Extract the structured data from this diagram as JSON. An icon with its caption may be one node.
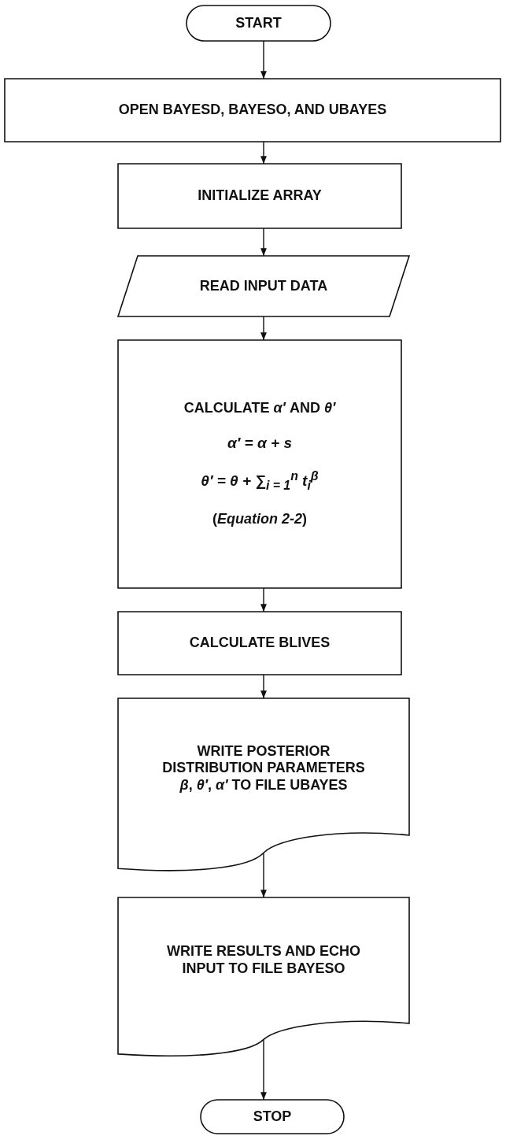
{
  "diagram": {
    "nodes": [
      {
        "text": [
          "START"
        ]
      },
      {
        "text": [
          "OPEN BAYESD, BAYESO, AND UBAYES"
        ]
      },
      {
        "text": [
          "INITIALIZE ARRAY"
        ]
      },
      {
        "text": [
          "READ INPUT DATA"
        ]
      },
      {
        "text": [
          "CALCULATE *α′* AND *θ′*",
          "α′ = α + s",
          "θ′ = θ + ∑$_{i = 1}$$^{n}$ t$_{i}$$^{β}$",
          "(*Equation 2-2*)"
        ]
      },
      {
        "text": [
          "CALCULATE BLIVES"
        ]
      },
      {
        "text": [
          "WRITE POSTERIOR DISTRIBUTION PARAMETERS *β*, *θ′*, *α′* TO FILE UBAYES"
        ]
      },
      {
        "text": [
          "WRITE RESULTS AND ECHO INPUT TO FILE BAYESO"
        ]
      },
      {
        "text": [
          "STOP"
        ]
      }
    ],
    "edges": [
      {
        "from": 0,
        "to": 1,
        "arrow": "to"
      },
      {
        "from": 1,
        "to": 2,
        "arrow": "to"
      },
      {
        "from": 2,
        "to": 3,
        "arrow": "to"
      },
      {
        "from": 3,
        "to": 4,
        "arrow": "to"
      },
      {
        "from": 4,
        "to": 5,
        "arrow": "to"
      },
      {
        "from": 5,
        "to": 6,
        "arrow": "to"
      },
      {
        "from": 6,
        "to": 7,
        "arrow": "to"
      },
      {
        "from": 7,
        "to": 8,
        "arrow": "to"
      }
    ]
  }
}
